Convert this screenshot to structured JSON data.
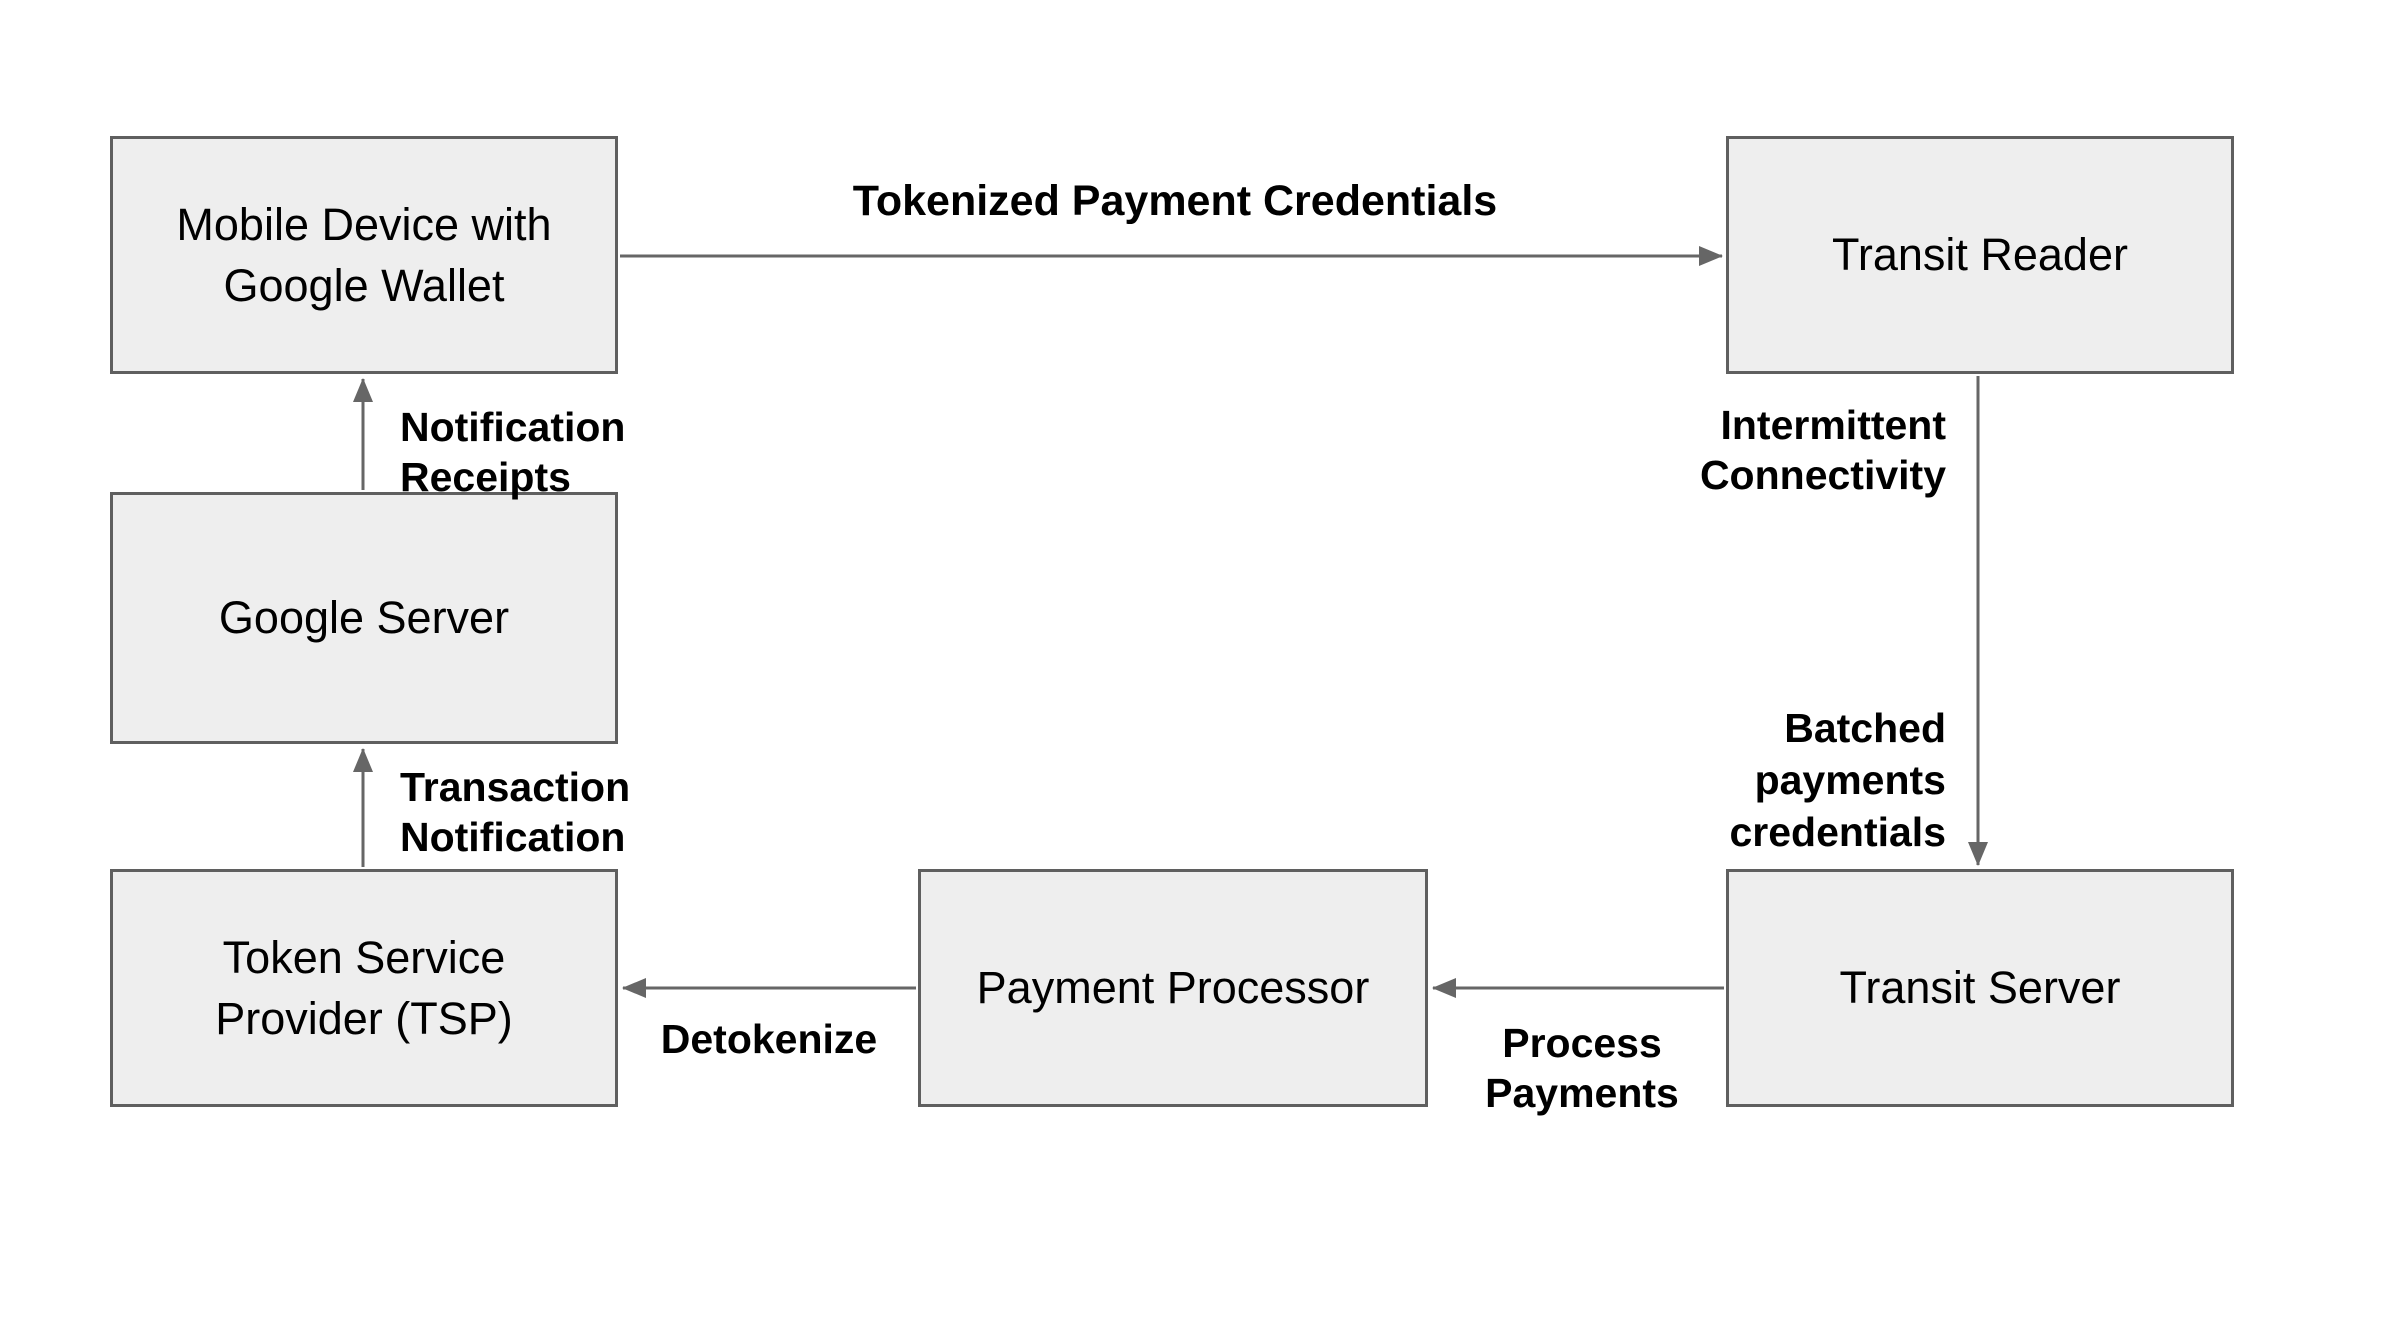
{
  "diagram_title": "Google Wallet transit payment flow",
  "theme": {
    "background": "#ffffff",
    "node_fill": "#eeeeee",
    "node_border": "#5f5f5f",
    "node_text": "#000000",
    "arrow_color": "#666666",
    "label_text": "#000000"
  },
  "nodes": {
    "mobile_device": {
      "label": "Mobile Device with\nGoogle Wallet"
    },
    "transit_reader": {
      "label": "Transit Reader"
    },
    "google_server": {
      "label": "Google Server"
    },
    "tsp": {
      "label": "Token Service\nProvider (TSP)"
    },
    "payment_processor": {
      "label": "Payment Processor"
    },
    "transit_server": {
      "label": "Transit Server"
    }
  },
  "edges": {
    "tokenized": {
      "label": "Tokenized Payment Credentials",
      "from": "mobile_device",
      "to": "transit_reader",
      "direction": "right"
    },
    "intermittent_batched": {
      "label_top": "Intermittent\nConnectivity",
      "label_bottom": "Batched\npayments\ncredentials",
      "from": "transit_reader",
      "to": "transit_server",
      "direction": "down"
    },
    "process_payments": {
      "label": "Process\nPayments",
      "from": "transit_server",
      "to": "payment_processor",
      "direction": "left"
    },
    "detokenize": {
      "label": "Detokenize",
      "from": "payment_processor",
      "to": "tsp",
      "direction": "left"
    },
    "transaction_notification": {
      "label": "Transaction\nNotification",
      "from": "tsp",
      "to": "google_server",
      "direction": "up"
    },
    "notification_receipts": {
      "label": "Notification\nReceipts",
      "from": "google_server",
      "to": "mobile_device",
      "direction": "up"
    }
  }
}
